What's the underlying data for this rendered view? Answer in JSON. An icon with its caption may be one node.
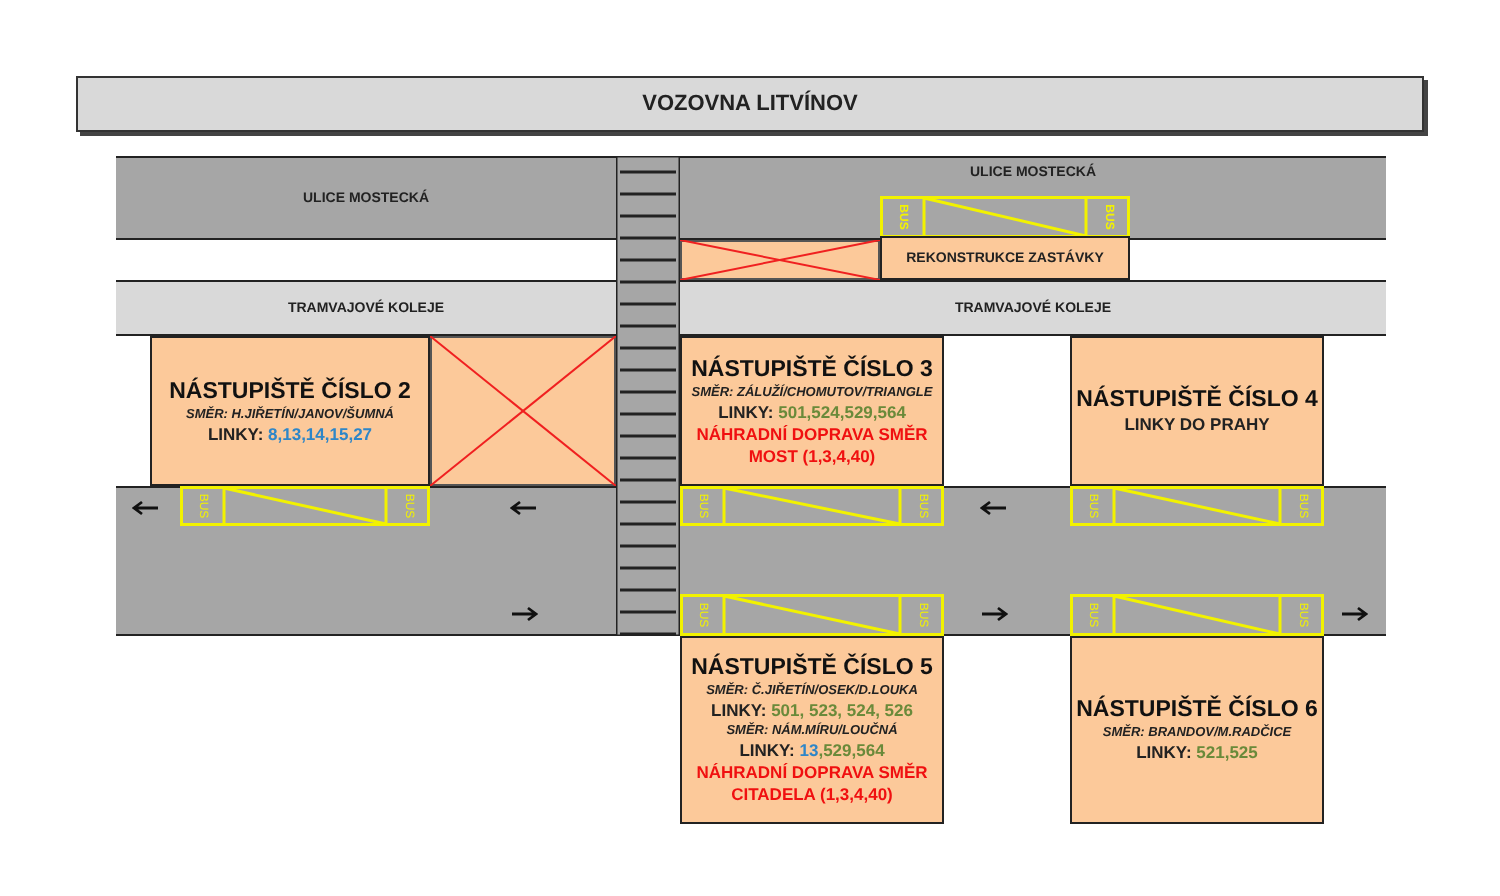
{
  "diagram": {
    "title": "VOZOVNA LITVÍNOV",
    "nodes": [
      {
        "text": [
          "ULICE MOSTECKÁ"
        ]
      },
      {
        "text": [
          "ULICE MOSTECKÁ"
        ]
      },
      {
        "text": [
          "REKONSTRUKCE ZASTÁVKY"
        ]
      },
      {
        "text": [
          "TRAMVAJOVÉ KOLEJE"
        ]
      },
      {
        "text": [
          "TRAMVAJOVÉ KOLEJE"
        ]
      },
      {
        "text": [
          "NÁSTUPIŠTĚ ČÍSLO 2",
          "SMĚR: H.JIŘETÍN/JANOV/ŠUMNÁ",
          "LINKY: 8,13,14,15,27"
        ]
      },
      {
        "text": [
          "NÁSTUPIŠTĚ ČÍSLO 3",
          "SMĚR: ZÁLUŽÍ/CHOMUTOV/TRIANGLE",
          "LINKY: 501,524,529,564",
          "NÁHRADNÍ DOPRAVA SMĚR MOST (1,3,4,40)"
        ]
      },
      {
        "text": [
          "NÁSTUPIŠTĚ ČÍSLO 4",
          "LINKY DO PRAHY"
        ]
      },
      {
        "text": [
          "NÁSTUPIŠTĚ ČÍSLO 5",
          "SMĚR: Č.JIŘETÍN/OSEK/D.LOUKA",
          "LINKY: 501, 523, 524, 526",
          "SMĚR: NÁM.MÍRU/LOUČNÁ",
          "LINKY: 13,529,564",
          "NÁHRADNÍ DOPRAVA SMĚR CITADELA (1,3,4,40)"
        ]
      },
      {
        "text": [
          "NÁSTUPIŠTĚ ČÍSLO 6",
          "SMĚR: BRANDOV/M.RADČICE",
          "LINKY: 521,525"
        ]
      }
    ],
    "labels": [
      "BUS",
      "BUS",
      "BUS",
      "BUS",
      "BUS",
      "BUS",
      "BUS",
      "BUS",
      "BUS",
      "BUS",
      "BUS",
      "BUS"
    ]
  }
}
